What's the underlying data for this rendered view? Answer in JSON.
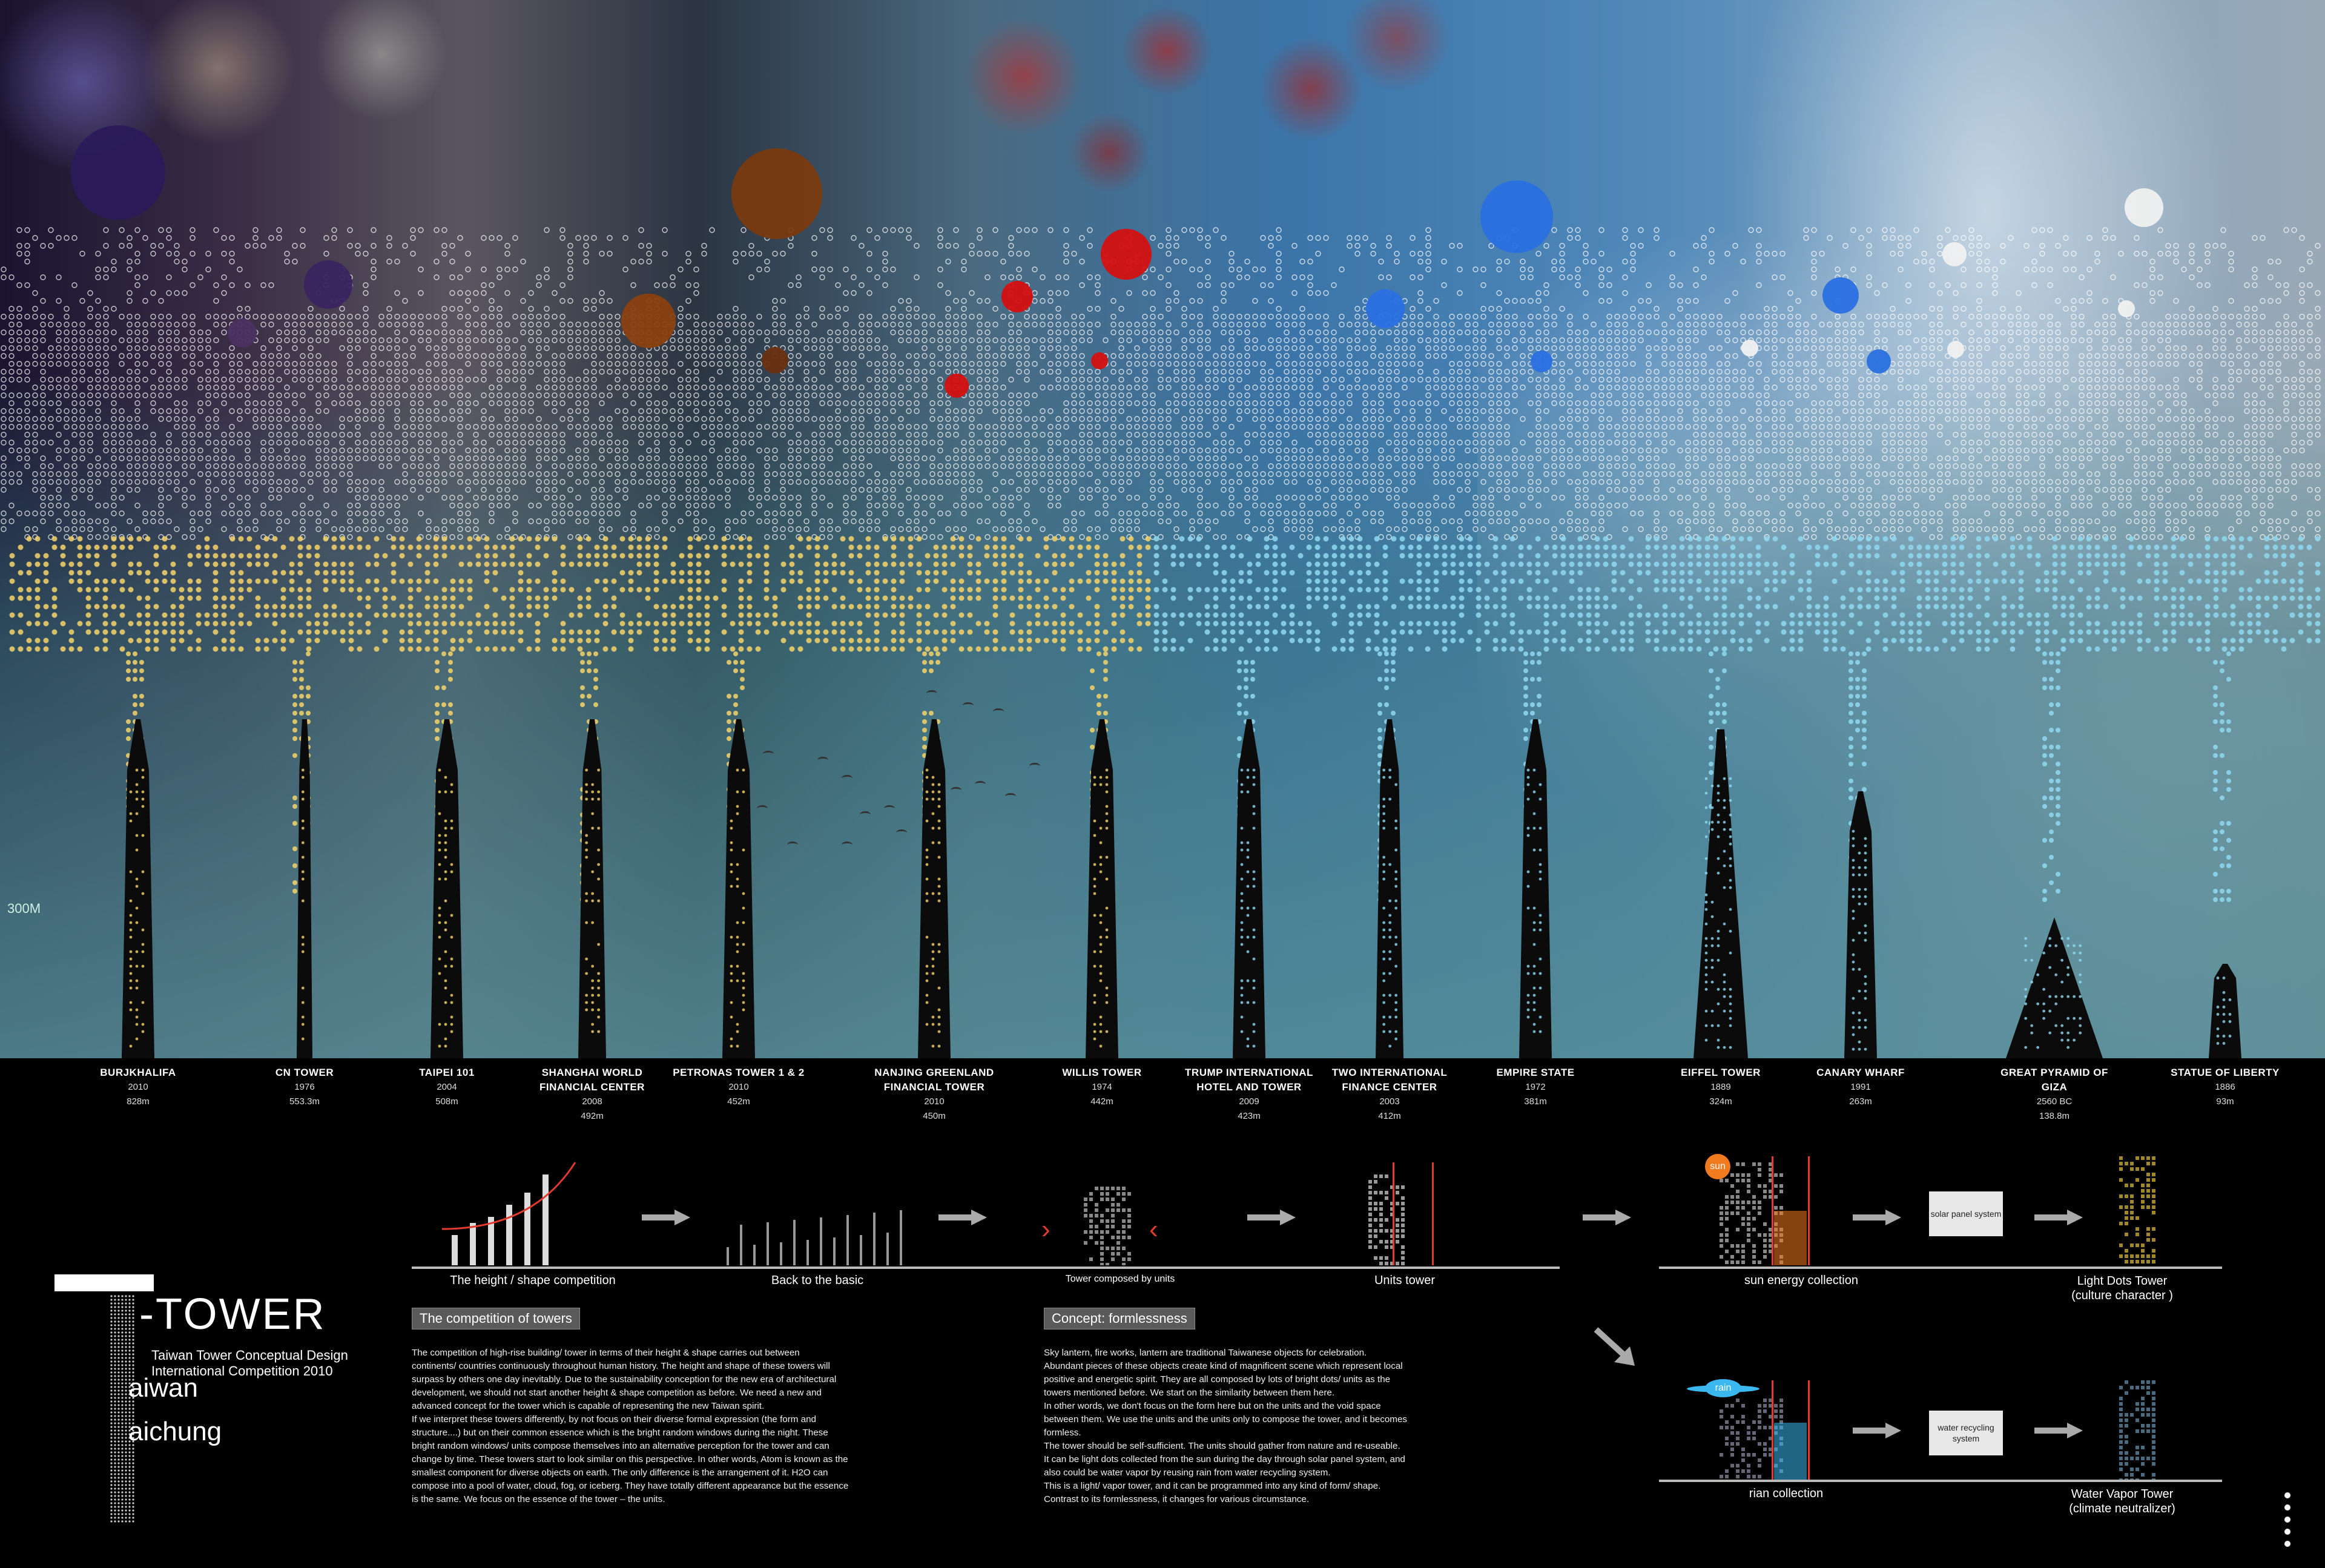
{
  "scale_label": "300M",
  "towers": [
    {
      "name": "BURJKHALIFA",
      "year": "2010",
      "height": "828m"
    },
    {
      "name": "CN TOWER",
      "year": "1976",
      "height": "553.3m"
    },
    {
      "name": "TAIPEI 101",
      "year": "2004",
      "height": "508m"
    },
    {
      "name": "SHANGHAI WORLD FINANCIAL CENTER",
      "year": "2008",
      "height": "492m"
    },
    {
      "name": "PETRONAS TOWER 1 & 2",
      "year": "2010",
      "height": "452m"
    },
    {
      "name": "NANJING GREENLAND FINANCIAL TOWER",
      "year": "2010",
      "height": "450m"
    },
    {
      "name": "WILLIS TOWER",
      "year": "1974",
      "height": "442m"
    },
    {
      "name": "TRUMP INTERNATIONAL HOTEL AND TOWER",
      "year": "2009",
      "height": "423m"
    },
    {
      "name": "TWO INTERNATIONAL FINANCE CENTER",
      "year": "2003",
      "height": "412m"
    },
    {
      "name": "EMPIRE STATE",
      "year": "1972",
      "height": "381m"
    },
    {
      "name": "EIFFEL TOWER",
      "year": "1889",
      "height": "324m"
    },
    {
      "name": "CANARY WHARF",
      "year": "1991",
      "height": "263m"
    },
    {
      "name": "GREAT PYRAMID OF GIZA",
      "year": "2560 BC",
      "height": "138.8m"
    },
    {
      "name": "STATUE OF LIBERTY",
      "year": "1886",
      "height": "93m"
    }
  ],
  "logo": {
    "title": "-TOWER",
    "subtitle_1": "Taiwan Tower Conceptual Design",
    "subtitle_2": "International Competition   2010",
    "city_1": "aiwan",
    "city_2": "aichung"
  },
  "process_row": {
    "step_1": "The height / shape competition",
    "step_2": "Back to the basic",
    "step_3": "Tower composed by units",
    "step_4": "Units tower",
    "sun_badge": "sun",
    "sun_caption": "sun energy collection",
    "solar_box": "solar panel system",
    "light_tower": "Light Dots Tower",
    "light_tower_sub": "(culture character )",
    "rain_badge": "rain",
    "rain_caption": "rian collection",
    "water_box": "water recycling system",
    "vapor_tower": "Water Vapor Tower",
    "vapor_tower_sub": "(climate neutralizer)"
  },
  "competition": {
    "heading": "The competition of towers",
    "lines": [
      "The competition of high-rise building/ tower in terms of their height & shape carries out between",
      "continents/ countries continuously throughout human history. The height and shape of these towers will",
      "surpass by others one day inevitably. Due to the sustainability conception for the new era of architectural",
      "development, we should not start another height & shape competition as before. We need a new and",
      "advanced concept for the tower which is capable of representing the new Taiwan spirit.",
      "If we interpret these towers differently, by not focus on their diverse formal expression (the form and",
      "structure....) but on their common essence which is the bright random windows during the night. These",
      "bright random windows/ units compose themselves into an alternative perception for the tower and can",
      "change by time. These towers start to look similar on this perspective. In other words, Atom is known as the",
      "smallest component for diverse objects on earth. The only difference is the arrangement of it. H2O can",
      "compose into a pool of water, cloud, fog, or iceberg. They have totally different appearance but the essence",
      "is the same. We focus on the essence of the tower – the units."
    ]
  },
  "concept": {
    "heading": "Concept: formlessness",
    "lines": [
      "Sky lantern, fire works, lantern are traditional Taiwanese objects for celebration.",
      "Abundant pieces of these objects create kind of magnificent scene which represent local",
      "positive and energetic spirit. They are all composed by lots of bright dots/ units as the",
      "towers mentioned before. We start on the similarity between them here.",
      "In other words, we don't focus on the form here but on the units and the void space",
      "between them. We use the units and the units only to compose the tower, and it becomes",
      "formless.",
      "The tower should be self-sufficient. The units should gather from nature and re-useable.",
      "It can be light dots collected from the sun during the day through solar panel system, and",
      "also could be water vapor by reusing rain from water recycling system.",
      "This is a light/ vapor tower, and it can be programmed into any kind of form/ shape.",
      "Contrast to its formlessness, it changes for various circumstance."
    ]
  },
  "colors": {
    "warm_dots": "#f5d36a",
    "cool_dots": "#8fd8f0",
    "white_dots": "#ffffff",
    "red_accent": "#e23b2e",
    "sun_orange": "#f07a1e",
    "rain_blue": "#3bb8f0"
  }
}
